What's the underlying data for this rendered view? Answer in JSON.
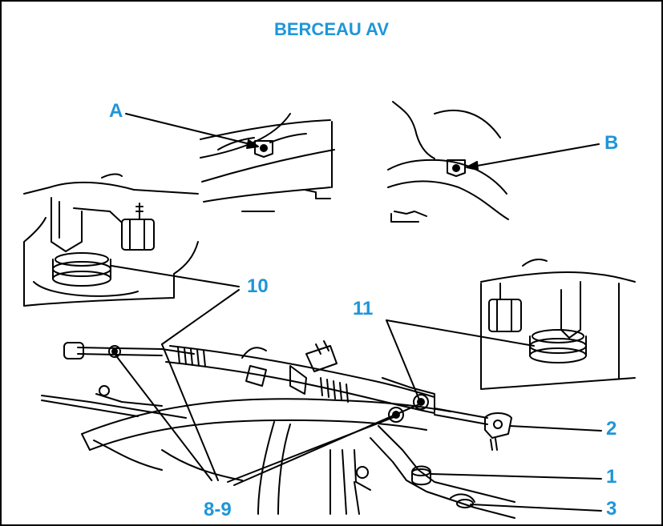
{
  "title": "BERCEAU AV",
  "accent_color": "#1e96d8",
  "line_color": "#000000",
  "callouts": {
    "a": "A",
    "b": "B",
    "c10": "10",
    "c11": "11",
    "c2": "2",
    "c1": "1",
    "c3": "3",
    "c89": "8-9"
  }
}
